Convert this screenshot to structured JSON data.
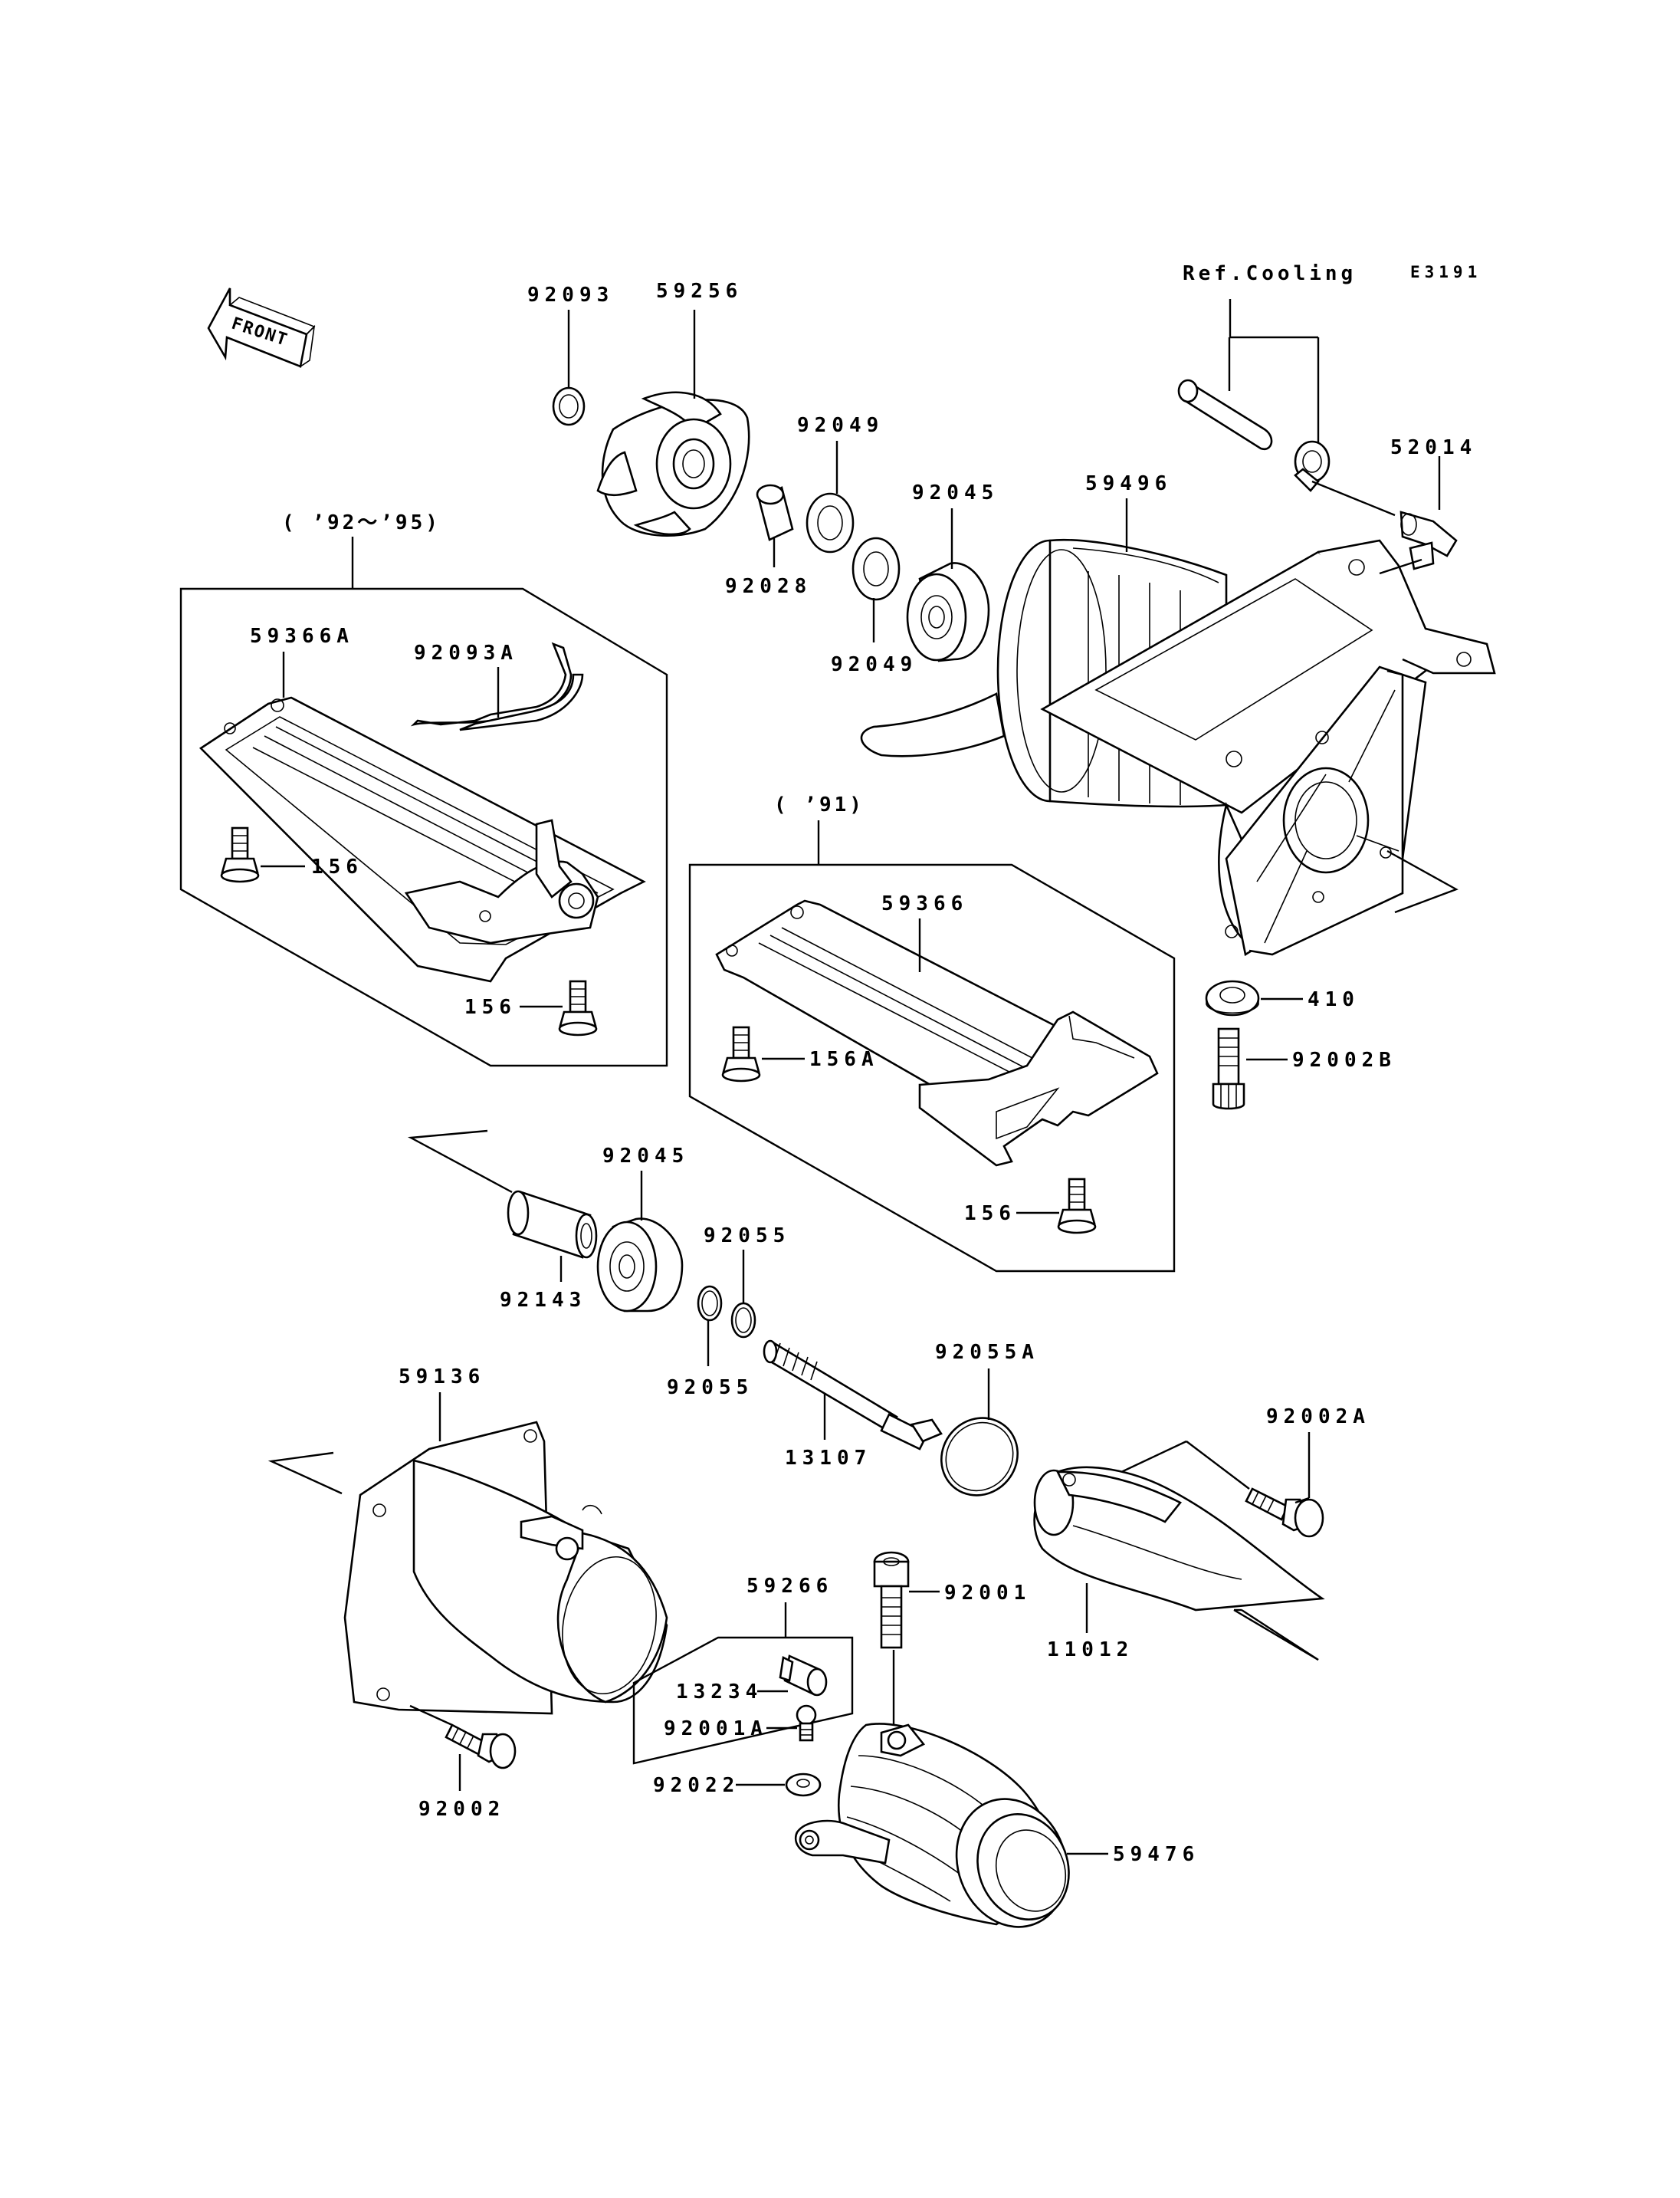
{
  "diagram": {
    "code": "E3191",
    "ref_cooling": "Ref.Cooling",
    "front_label": "FRONT",
    "groups": {
      "g1": "( ’92～’95)",
      "g2": "( ’91)"
    },
    "labels": {
      "p92093": "92093",
      "p59256": "59256",
      "p92049a": "92049",
      "p92045a": "92045",
      "p92028": "92028",
      "p92049b": "92049",
      "p59496": "59496",
      "p52014": "52014",
      "p59366A": "59366A",
      "p92093A": "92093A",
      "p156a": "156",
      "p156b": "156",
      "p59366": "59366",
      "p156A": "156A",
      "p156c": "156",
      "p410": "410",
      "p92002B": "92002B",
      "p92045b": "92045",
      "p92055a": "92055",
      "p92143": "92143",
      "p92055b": "92055",
      "p92055A": "92055A",
      "p59136": "59136",
      "p13107": "13107",
      "p92002A": "92002A",
      "p59266": "59266",
      "p92001": "92001",
      "p11012": "11012",
      "p13234": "13234",
      "p92001A": "92001A",
      "p92022": "92022",
      "p92002": "92002",
      "p59476": "59476"
    }
  }
}
